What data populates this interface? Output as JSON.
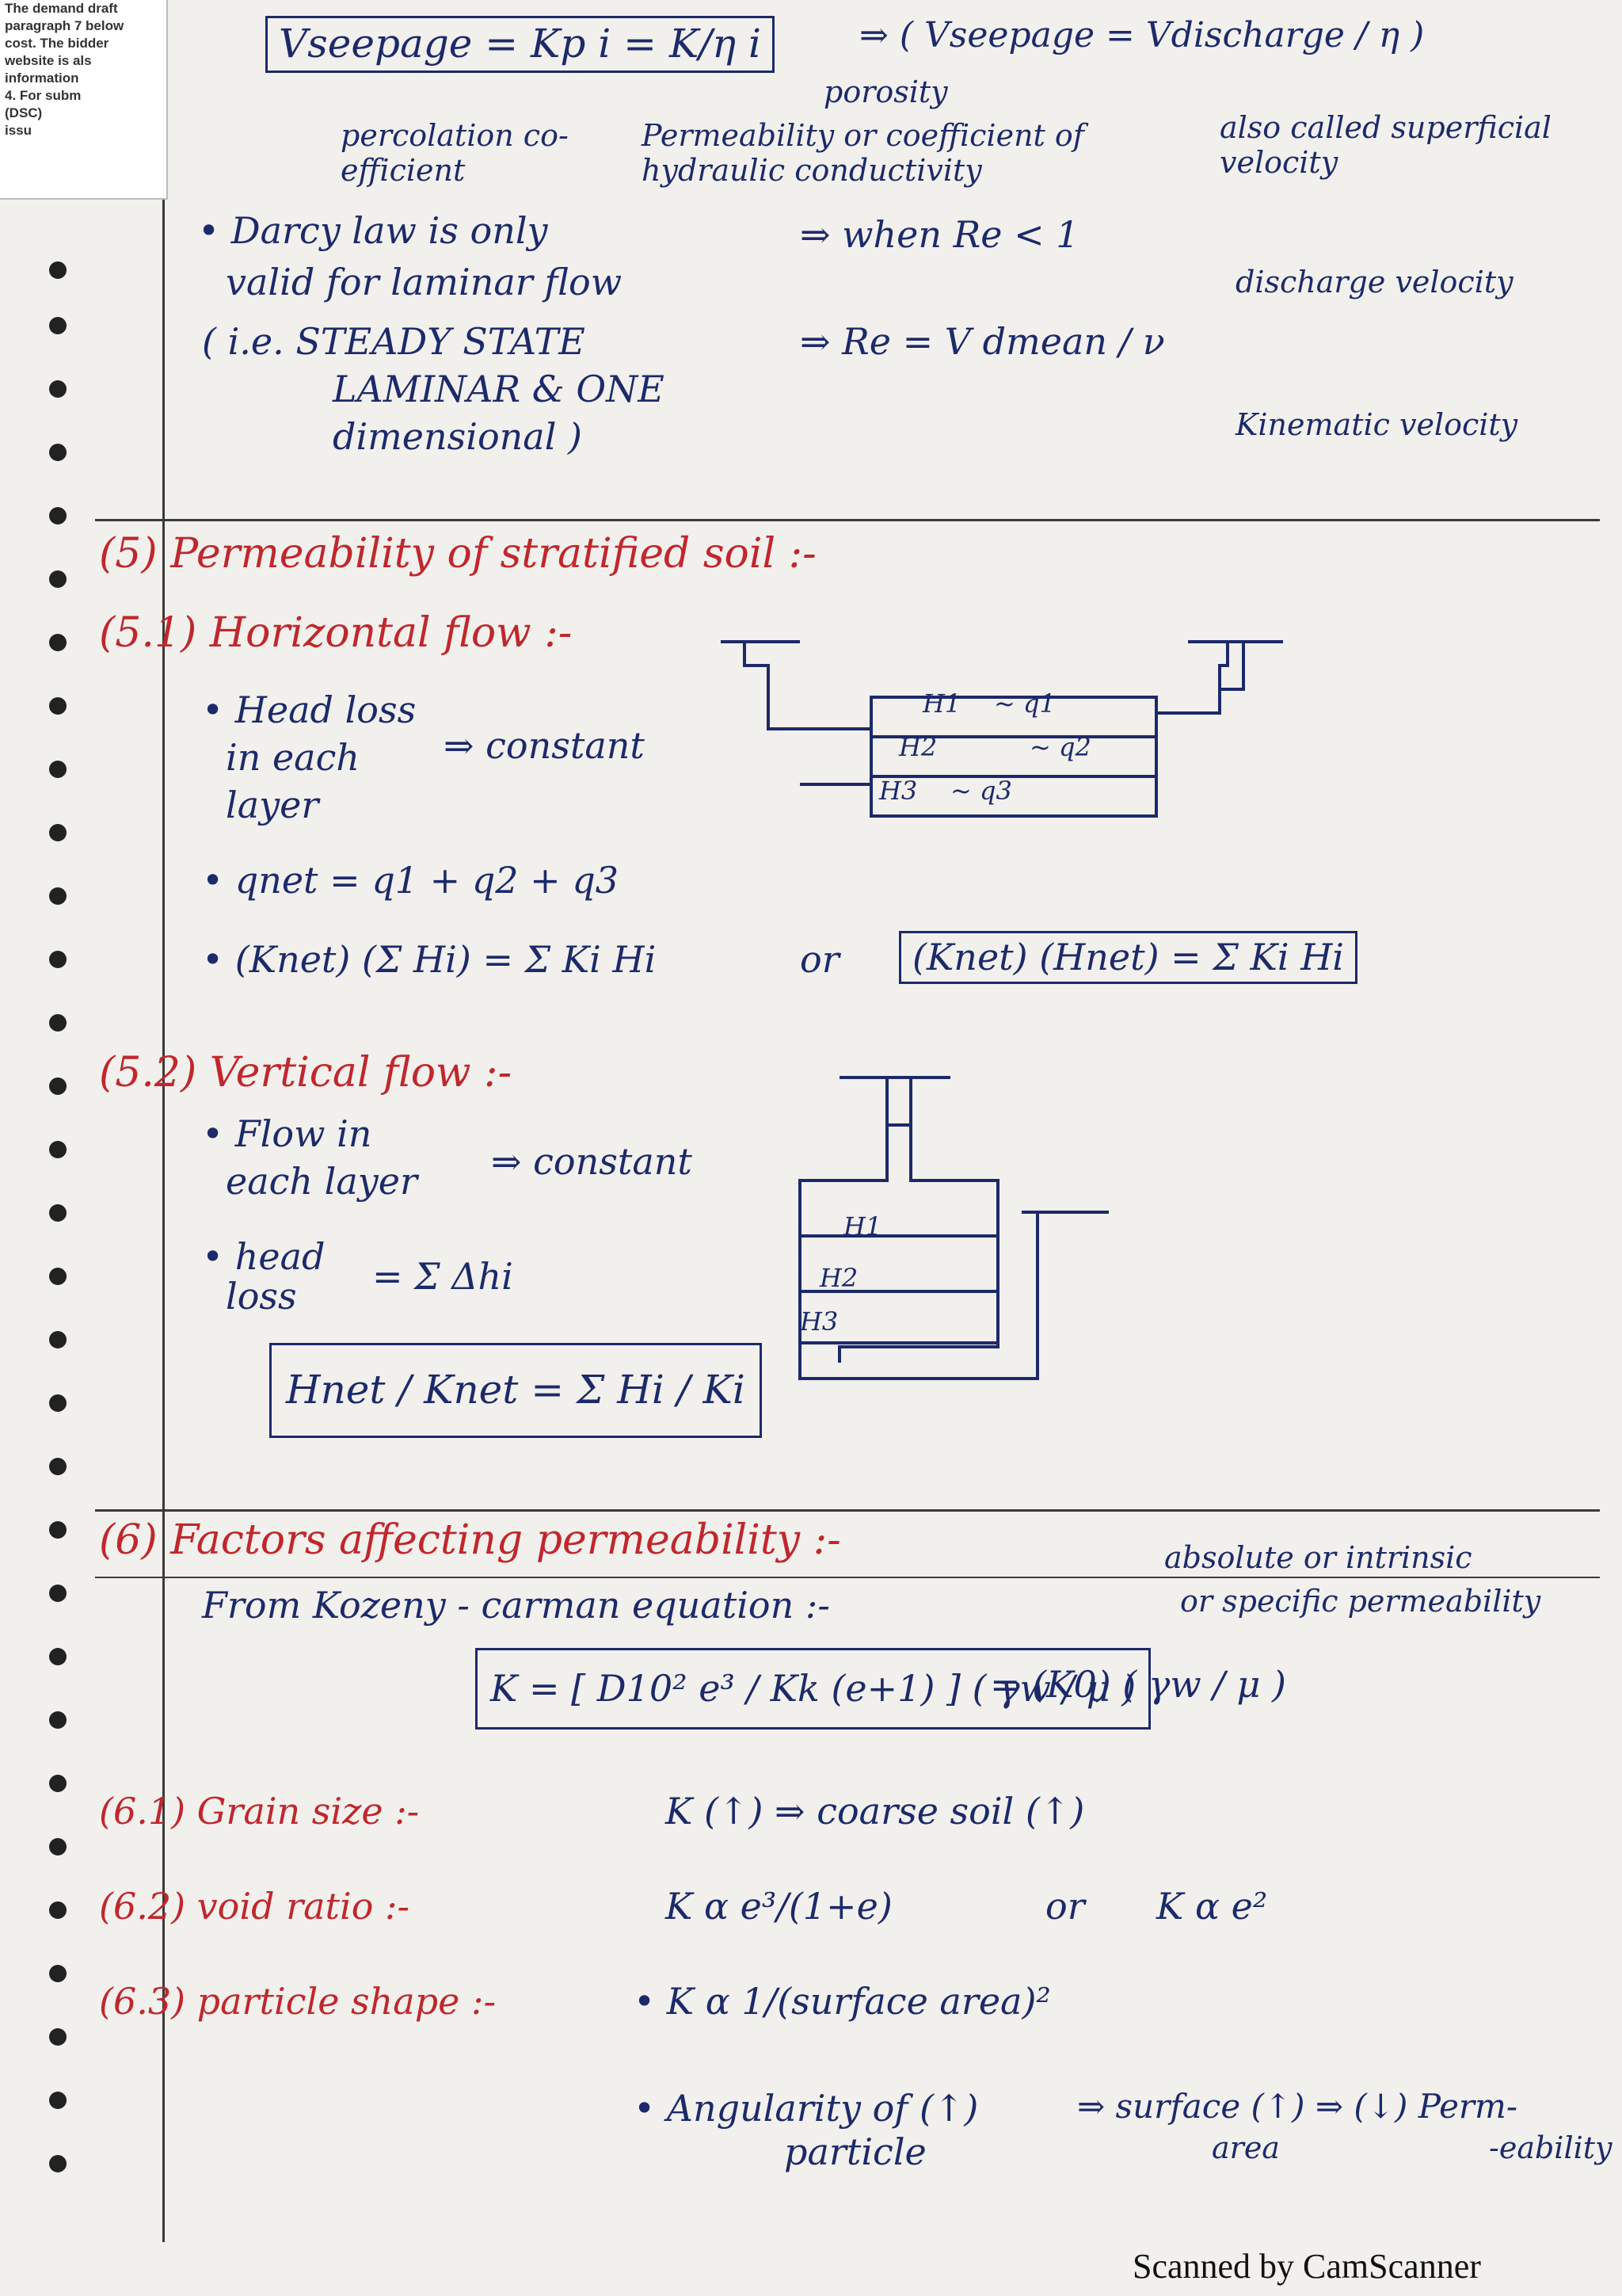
{
  "scrap": {
    "lines": [
      "The demand draft",
      "paragraph 7 below",
      "cost. The bidder",
      "website is als",
      "information",
      "4. For subm",
      "(DSC)",
      "issu"
    ]
  },
  "top": {
    "seepage_eq": "Vseepage = Kp i = K/η i",
    "porosity_label": "porosity",
    "vseepage_alt": "⇒ ( Vseepage = Vdischarge / η )",
    "percolation_label": "percolation co-efficient",
    "permeability_label": "Permeability or coefficient of hydraulic conductivity",
    "superficial_label": "also called superficial velocity",
    "darcy_line1": "• Darcy law is only",
    "darcy_line2": "valid for laminar flow",
    "darcy_when": "⇒ when Re < 1",
    "ie_line1": "( i.e. STEADY STATE",
    "ie_line2": "LAMINAR & ONE",
    "ie_line3": "dimensional )",
    "re_eq": "⇒ Re = V dmean / ν",
    "discharge_velocity": "discharge velocity",
    "kinematic_velocity": "Kinematic velocity"
  },
  "section5": {
    "heading": "(5) Permeability of stratified soil :-",
    "h51": "(5.1) Horizontal flow :-",
    "head_loss_1": "• Head loss",
    "head_loss_2": "in each",
    "head_loss_3": "layer",
    "constant_1": "⇒ constant",
    "qnet": "• qnet = q1 + q2 + q3",
    "knet_eq": "• (Knet) (Σ Hi) = Σ Ki Hi",
    "or_1": "or",
    "knet_boxed": "(Knet) (Hnet) = Σ Ki Hi",
    "h52": "(5.2) Vertical flow :-",
    "flow_in_1": "• Flow in",
    "flow_in_2": "each layer",
    "constant_2": "⇒ constant",
    "head_sum_1": "• head",
    "head_sum_2": "loss",
    "head_sum_eq": "= Σ Δhi",
    "vert_boxed": "Hnet / Knet = Σ Hi / Ki",
    "diag_labels": {
      "h1": "H1",
      "h2": "H2",
      "h3": "H3",
      "q1": "~ q1",
      "q2": "~ q2",
      "q3": "~ q3"
    }
  },
  "section6": {
    "heading": "(6) Factors affecting permeability :-",
    "from_line": "From Kozeny - carman equation :-",
    "abs_line1": "absolute or intrinsic",
    "abs_line2": "or specific permeability",
    "kc_eq": "K = [ D10² e³ / Kk (e+1) ] ( γw / μ )",
    "k0_eq": "= (K0) ( γw / μ )",
    "h61": "(6.1) Grain size :-",
    "grain_rel": "K (↑) ⇒ coarse soil (↑)",
    "h62": "(6.2) void ratio :-",
    "void_rel1": "K α e³/(1+e)",
    "void_or": "or",
    "void_rel2": "K α e²",
    "h63": "(6.3) particle shape :-",
    "shape_rel": "• K α 1/(surface area)²",
    "ang_line1": "• Angularity of (↑)",
    "ang_line2": "particle",
    "ang_result": "⇒ surface (↑) ⇒ (↓) Perm-",
    "ang_area": "area",
    "ang_ability": "-eability"
  },
  "footer": "Scanned by CamScanner"
}
